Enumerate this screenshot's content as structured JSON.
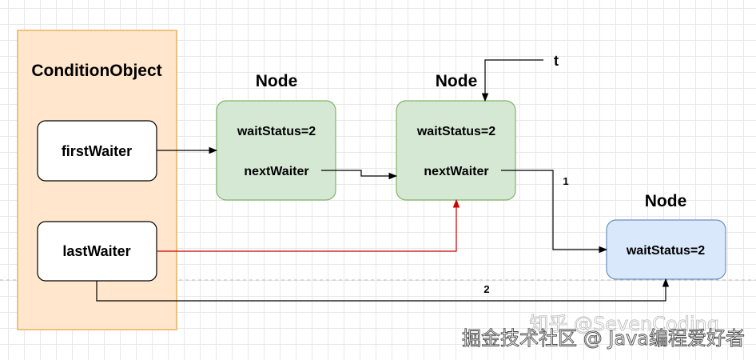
{
  "container": {
    "title": "ConditionObject",
    "fields": {
      "first": "firstWaiter",
      "last": "lastWaiter"
    }
  },
  "nodes": [
    {
      "title": "Node",
      "status": "waitStatus=2",
      "next": "nextWaiter"
    },
    {
      "title": "Node",
      "status": "waitStatus=2",
      "next": "nextWaiter"
    },
    {
      "title": "Node",
      "status": "waitStatus=2"
    }
  ],
  "edge_labels": {
    "t": "t",
    "one": "1",
    "two": "2"
  },
  "watermarks": {
    "primary": "掘金技术社区 @ Java编程爱好者",
    "secondary": "知乎 @SevenCoding"
  },
  "colors": {
    "container_fill": "#ffe6cc",
    "container_border": "#e8b15a",
    "node_fill": "#d5e8d4",
    "node_border": "#82b366",
    "tail_node_fill": "#dae8fc",
    "tail_node_border": "#6c8ebf",
    "red_edge": "#cc0000"
  }
}
